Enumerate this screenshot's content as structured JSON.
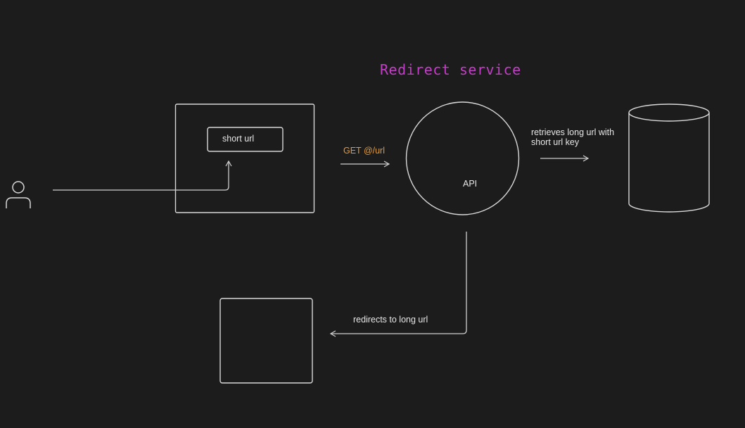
{
  "diagram": {
    "title": "Redirect service",
    "nodes": {
      "user": {
        "icon": "user-icon"
      },
      "browser": {},
      "short_url_field": {
        "label": "short url"
      },
      "api": {
        "label": "API"
      },
      "database": {
        "icon": "database-cylinder"
      },
      "destination": {}
    },
    "edges": {
      "get_request": {
        "label": "GET @/url"
      },
      "retrieve": {
        "label": "retrieves long url with short url key"
      },
      "redirect": {
        "label": "redirects to long url"
      }
    },
    "colors": {
      "background": "#1c1c1c",
      "stroke": "#d8d8d8",
      "title": "#c33ec6",
      "request_label": "#e39a3b",
      "text": "#e6e6e6"
    }
  }
}
